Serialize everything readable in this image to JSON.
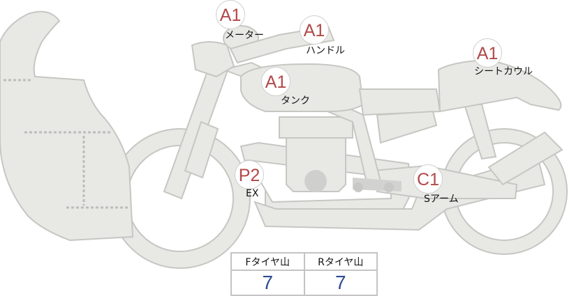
{
  "parts": [
    {
      "grade": "A1",
      "name": "メーター"
    },
    {
      "grade": "A1",
      "name": "ハンドル"
    },
    {
      "grade": "A1",
      "name": "タンク"
    },
    {
      "grade": "A1",
      "name": "シートカウル"
    },
    {
      "grade": "P2",
      "name": "EX"
    },
    {
      "grade": "C1",
      "name": "Sアーム"
    }
  ],
  "tread": {
    "headers": [
      "Fタイヤ山",
      "Rタイヤ山"
    ],
    "values": [
      "7",
      "7"
    ]
  },
  "colors": {
    "grade": "#b24848",
    "value": "#2d4b8f",
    "body": "#e8e8e5",
    "outline": "#c6c6c3"
  }
}
